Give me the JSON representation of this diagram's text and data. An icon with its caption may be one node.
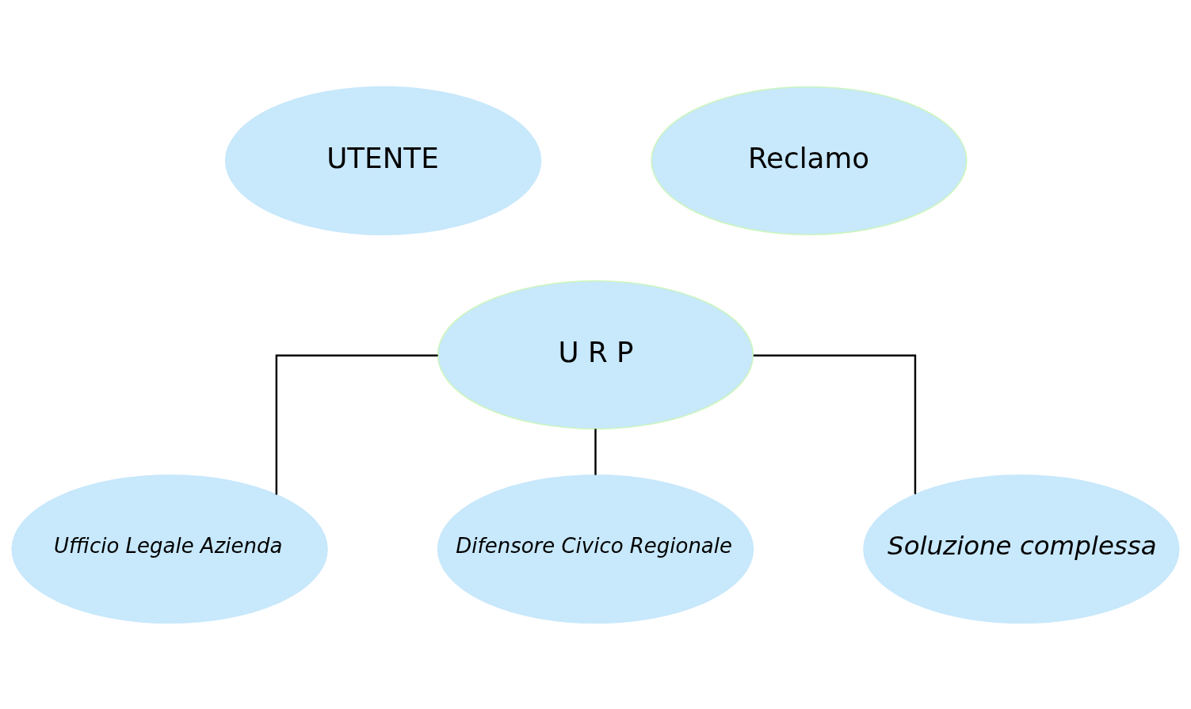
{
  "diagram": {
    "nodes": [
      {
        "text": [
          "UTENTE"
        ]
      },
      {
        "text": [
          "Reclamo"
        ]
      },
      {
        "text": [
          "U R P"
        ]
      },
      {
        "text": [
          "Ufficio Legale Azienda"
        ]
      },
      {
        "text": [
          "Difensore Civico Regionale"
        ]
      },
      {
        "text": [
          "Soluzione complessa"
        ]
      }
    ],
    "edges": [
      {
        "from": 2,
        "to": 3,
        "arrow": "none"
      },
      {
        "from": 2,
        "to": 4,
        "arrow": "none"
      },
      {
        "from": 2,
        "to": 5,
        "arrow": "none"
      }
    ]
  }
}
